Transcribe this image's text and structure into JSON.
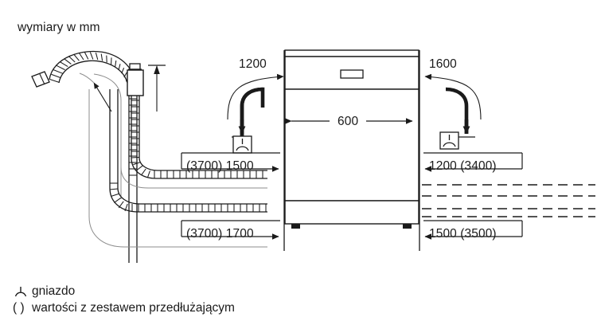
{
  "title": "wymiary w mm",
  "units": "mm",
  "appliance": {
    "name": "dishwasher-front-view",
    "width_label": "600"
  },
  "dimensions": {
    "top_left": "1200",
    "top_right": "1600",
    "mid_left": "(3700) 1500",
    "mid_right": "1200 (3400)",
    "bottom_left": "(3700) 1700",
    "bottom_right": "1500 (3500)"
  },
  "socket_icons": {
    "left_name": "socket-icon-left",
    "right_name": "socket-icon-right"
  },
  "legend": [
    {
      "symbol": "socket-icon",
      "text": "gniazdo"
    },
    {
      "symbol": "parentheses",
      "text": "wartości z zestawem przedłużającym"
    }
  ],
  "legend_paren_glyph": "( )",
  "colors": {
    "line": "#1a1a1a",
    "thin_guide": "#8c8c8c",
    "background": "#ffffff",
    "text": "#1a1a1a"
  },
  "parts": {
    "drain_hose": "corrugated-drain-hose",
    "aquastop_valve": "aquastop-valve-box",
    "supply_hose": "corrugated-supply-hose",
    "dashed_pipes_count": 4
  }
}
